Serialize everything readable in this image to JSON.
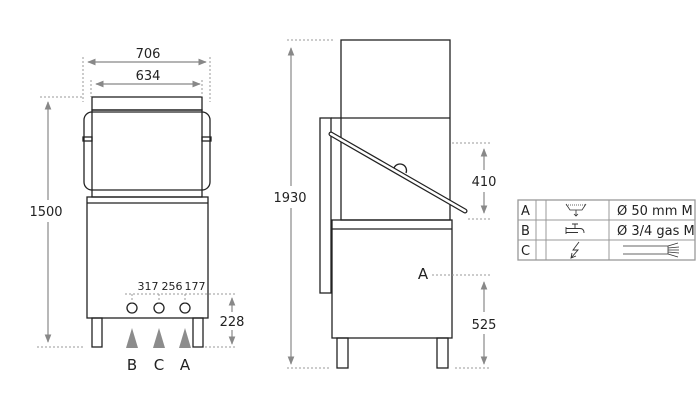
{
  "front_view": {
    "width_outer": "706",
    "width_inner": "634",
    "height": "1500",
    "connection_height": "228",
    "connection_offsets": [
      "317",
      "256",
      "177"
    ],
    "connection_labels": [
      "B",
      "C",
      "A"
    ]
  },
  "side_view": {
    "height_open": "1930",
    "hood_dim": "410",
    "drain_label": "A",
    "drain_height": "525"
  },
  "connections_table": {
    "rows": [
      {
        "letter": "A",
        "icon": "drain-icon",
        "spec": "Ø 50 mm M"
      },
      {
        "letter": "B",
        "icon": "water-tap-icon",
        "spec": "Ø 3/4 gas M"
      },
      {
        "letter": "C",
        "icon": "electric-icon",
        "spec": "",
        "spec_icon": "cable-icon"
      }
    ]
  },
  "colors": {
    "line": "#222222",
    "dimension": "#888888",
    "arrow_fill": "#8c8c8c"
  }
}
